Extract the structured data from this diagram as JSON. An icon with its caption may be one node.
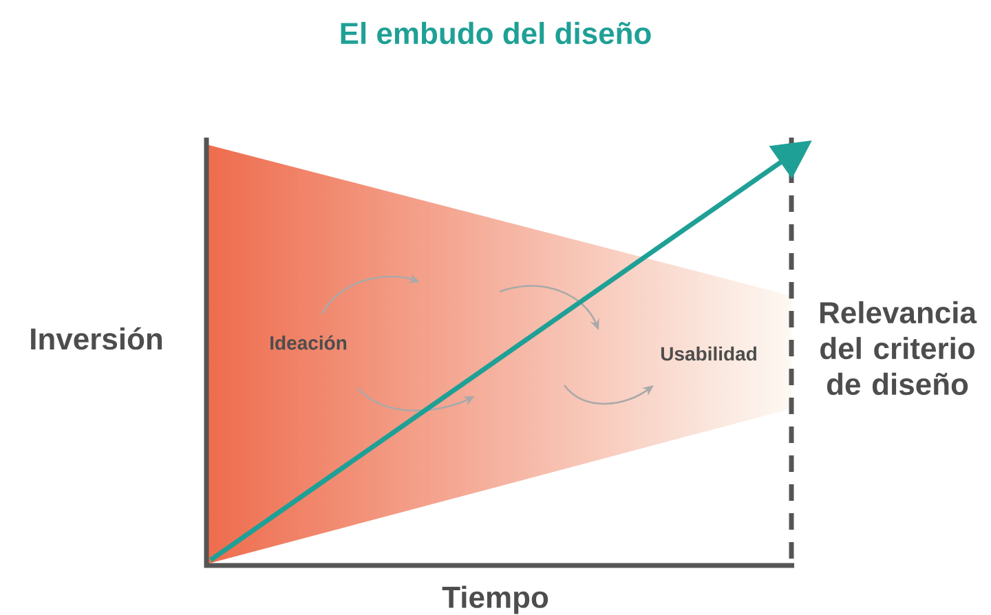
{
  "diagram": {
    "title": "El embudo del diseño",
    "labels": [
      "Inversión",
      "Ideación",
      "Usabilidad",
      "Relevancia del criterio de diseño",
      "Tiempo"
    ]
  }
}
